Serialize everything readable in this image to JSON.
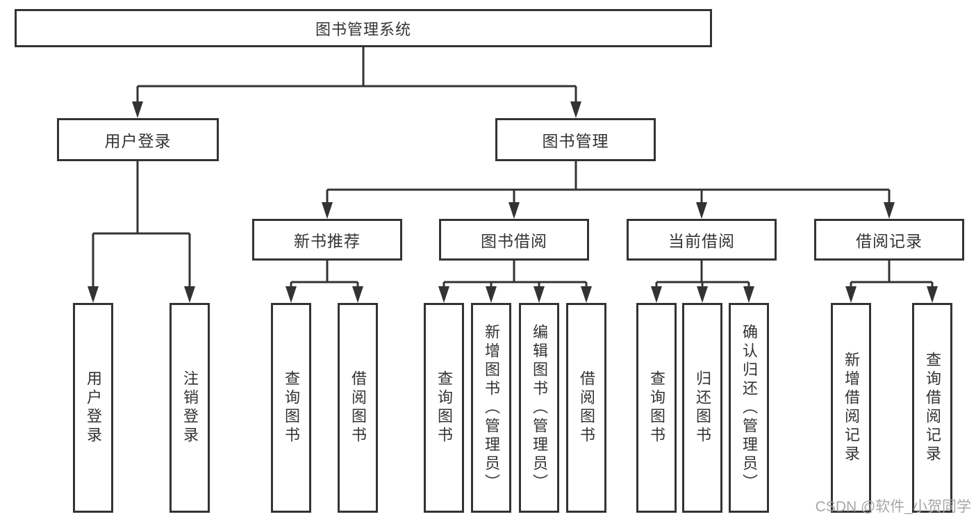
{
  "tree": {
    "root": {
      "label": "图书管理系统"
    },
    "branches": [
      {
        "label": "用户登录",
        "children": [
          {
            "label": "用户登录"
          },
          {
            "label": "注销登录"
          }
        ]
      },
      {
        "label": "图书管理",
        "children": [
          {
            "label": "新书推荐",
            "children": [
              {
                "label": "查询图书"
              },
              {
                "label": "借阅图书"
              }
            ]
          },
          {
            "label": "图书借阅",
            "children": [
              {
                "label": "查询图书"
              },
              {
                "label": "新增图书（管理员）"
              },
              {
                "label": "编辑图书（管理员）"
              },
              {
                "label": "借阅图书"
              }
            ]
          },
          {
            "label": "当前借阅",
            "children": [
              {
                "label": "查询图书"
              },
              {
                "label": "归还图书"
              },
              {
                "label": "确认归还（管理员）"
              }
            ]
          },
          {
            "label": "借阅记录",
            "children": [
              {
                "label": "新增借阅记录"
              },
              {
                "label": "查询借阅记录"
              }
            ]
          }
        ]
      }
    ]
  },
  "watermark": {
    "text": "CSDN @软件_小贺同学"
  },
  "colors": {
    "line": "#333333",
    "box_border": "#333333",
    "text": "#333333",
    "watermark": "#a6a6a6",
    "background": "#ffffff"
  }
}
